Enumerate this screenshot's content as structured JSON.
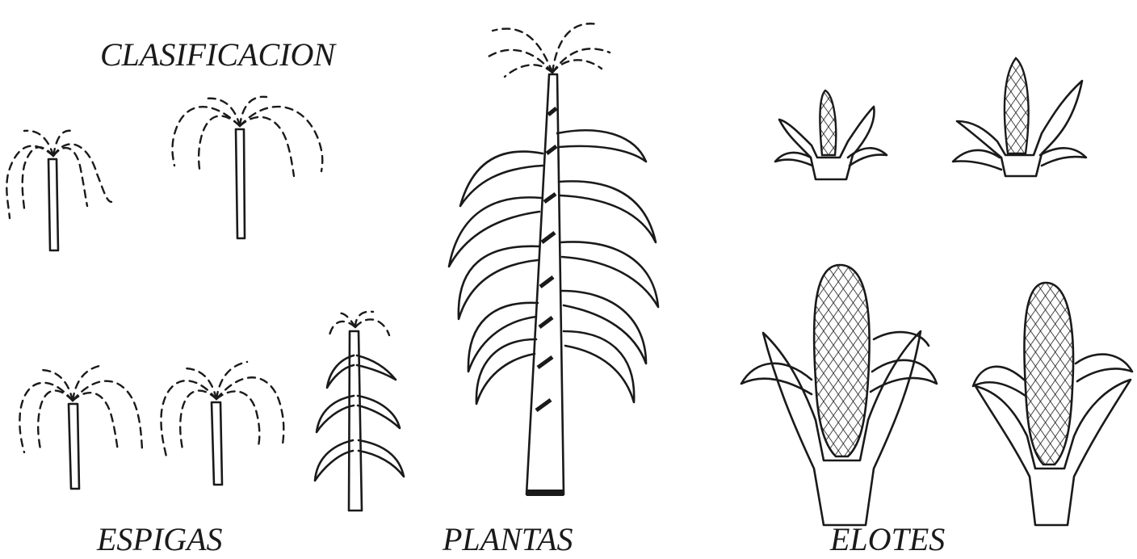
{
  "title": "CLASIFICACION",
  "sections": {
    "espigas": "ESPIGAS",
    "plantas": "PLANTAS",
    "elotes": "ELOTES"
  },
  "colors": {
    "ink": "#1a1a1a",
    "background": "#ffffff"
  }
}
